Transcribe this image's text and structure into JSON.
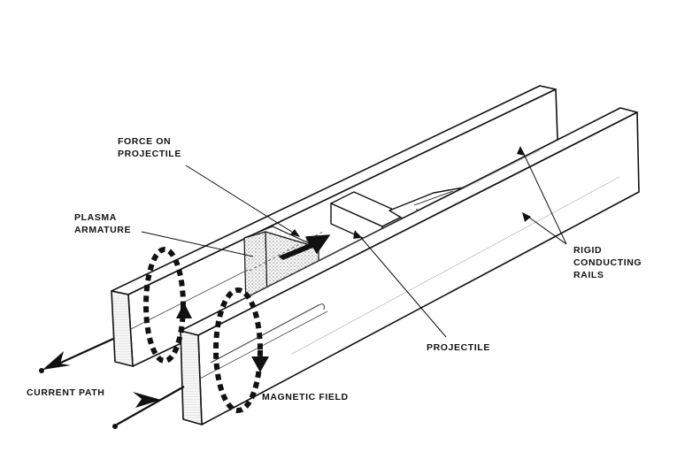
{
  "labels": {
    "force": [
      "FORCE ON",
      "PROJECTILE"
    ],
    "plasma": [
      "PLASMA",
      "ARMATURE"
    ],
    "rails": [
      "RIGID",
      "CONDUCTING",
      "RAILS"
    ],
    "projectile": "PROJECTILE",
    "current": "CURRENT PATH",
    "field": "MAGNETIC FIELD"
  },
  "colors": {
    "ink": "#111111",
    "rail_face": "#ffffff",
    "rail_end": "#f3f3f3",
    "plasma": "#a9a9a9"
  }
}
